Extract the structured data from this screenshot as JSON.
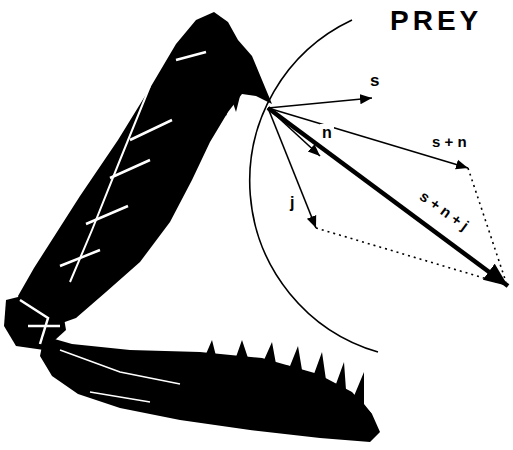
{
  "diagram": {
    "labels": [
      "PREY",
      "s",
      "s + n",
      "n",
      "j",
      "s + n + j"
    ]
  }
}
